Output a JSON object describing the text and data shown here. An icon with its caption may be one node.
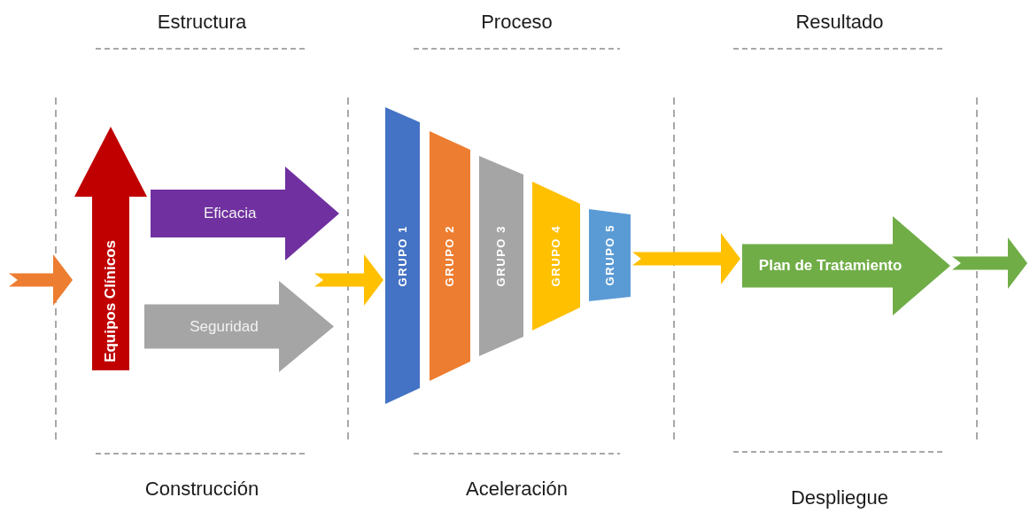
{
  "diagram": {
    "nodes": [
      {
        "text": [
          "Equipos Clínicos"
        ]
      },
      {
        "text": [
          "Eficacia"
        ]
      },
      {
        "text": [
          "Seguridad"
        ]
      },
      {
        "text": [
          "GRUPO 1"
        ]
      },
      {
        "text": [
          "GRUPO 2"
        ]
      },
      {
        "text": [
          "GRUPO 3"
        ]
      },
      {
        "text": [
          "GRUPO 4"
        ]
      },
      {
        "text": [
          "GRUPO 5"
        ]
      },
      {
        "text": [
          "Plan de Tratamiento"
        ]
      }
    ],
    "edges": [
      {
        "from": null,
        "to": 0,
        "arrow": "to",
        "color": "#ed7d31"
      },
      {
        "from": null,
        "to": 3,
        "arrow": "to"
      },
      {
        "from": 7,
        "to": 8,
        "arrow": "to"
      },
      {
        "from": 8,
        "to": null,
        "arrow": "to",
        "color": "#70ad47"
      }
    ],
    "labels": [
      "Estructura",
      "Proceso",
      "Resultado",
      "Construcción",
      "Aceleración",
      "Despliegue"
    ]
  }
}
